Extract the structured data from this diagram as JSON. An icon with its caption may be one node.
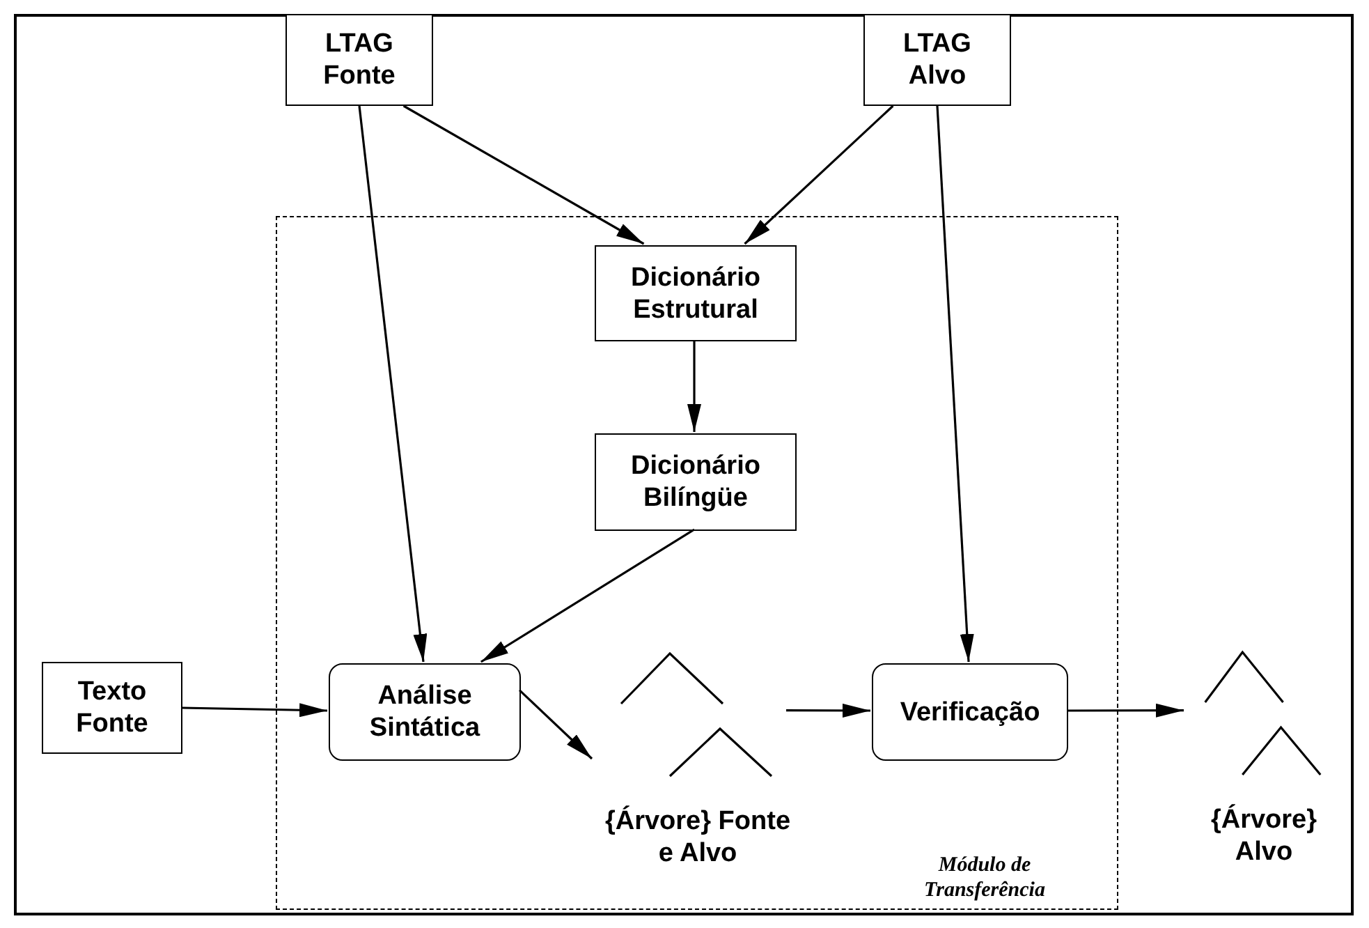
{
  "diagram": {
    "nodes": [
      {
        "text": [
          "LTAG Fonte"
        ]
      },
      {
        "text": [
          "LTAG Alvo"
        ]
      },
      {
        "text": [
          "Módulo de Transferência"
        ]
      },
      {
        "text": [
          "Dicionário Estrutural"
        ],
        "in": 2
      },
      {
        "text": [
          "Dicionário Bilíngüe"
        ],
        "in": 2
      },
      {
        "text": [
          "Texto Fonte"
        ]
      },
      {
        "text": [
          "Análise Sintática"
        ],
        "in": 2
      },
      {
        "text": [
          "{Árvore} Fonte e Alvo"
        ],
        "in": 2
      },
      {
        "text": [
          "Verificação"
        ],
        "in": 2
      },
      {
        "text": [
          "{Árvore} Alvo"
        ]
      }
    ],
    "edges": [
      {
        "from": 0,
        "to": 3,
        "arrow": "to"
      },
      {
        "from": 1,
        "to": 3,
        "arrow": "to"
      },
      {
        "from": 0,
        "to": 6,
        "arrow": "to"
      },
      {
        "from": 3,
        "to": 4,
        "arrow": "to"
      },
      {
        "from": 4,
        "to": 6,
        "arrow": "to"
      },
      {
        "from": 1,
        "to": 8,
        "arrow": "to"
      },
      {
        "from": 5,
        "to": 6,
        "arrow": "to"
      },
      {
        "from": 6,
        "to": 7,
        "arrow": "to"
      },
      {
        "from": 7,
        "to": 8,
        "arrow": "to"
      },
      {
        "from": 8,
        "to": 9,
        "arrow": "to"
      }
    ]
  }
}
